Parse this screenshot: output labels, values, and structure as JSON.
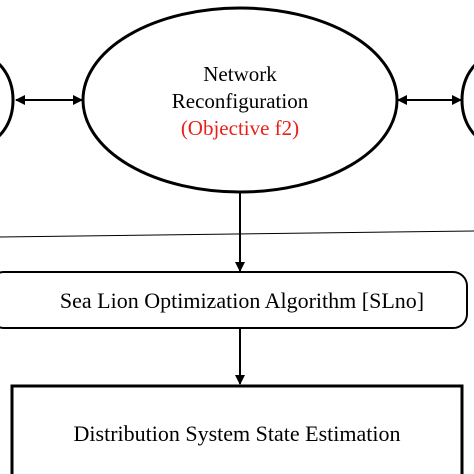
{
  "diagram": {
    "center_node": {
      "line1": "Network",
      "line2": "Reconfiguration",
      "objective": "(Objective f2)"
    },
    "algorithm_box": {
      "label": "Sea Lion Optimization Algorithm [SLno]"
    },
    "estimation_box": {
      "label": "Distribution System State Estimation"
    }
  },
  "colors": {
    "objective_text": "#e8211a",
    "stroke": "#000000"
  }
}
